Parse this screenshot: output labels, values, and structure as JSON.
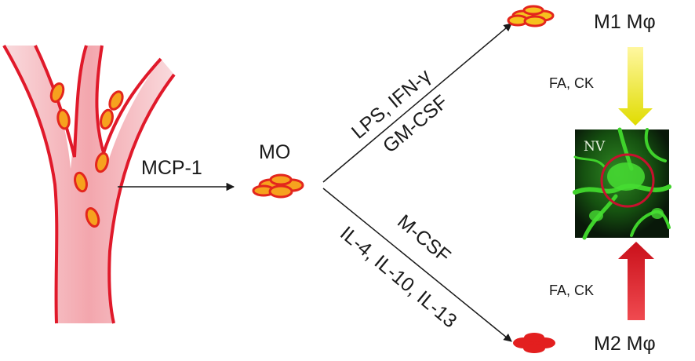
{
  "labels": {
    "mcp1": "MCP-1",
    "mo": "MO",
    "m1_stimuli_line1": "LPS, IFN-γ",
    "m1_stimuli_line2": "GM-CSF",
    "m2_stimuli_line1": "M-CSF",
    "m2_stimuli_line2": "IL-4, IL-10, IL-13",
    "m1": "M1 Mφ",
    "m2": "M2 Mφ",
    "fa_ck_top": "FA, CK",
    "fa_ck_bottom": "FA, CK",
    "nv": "NV"
  },
  "colors": {
    "vessel_wall": "#e0192a",
    "vessel_fill": "#f7c5c9",
    "cell_fill": "#f6a21e",
    "cell_outline": "#e3261d",
    "m1_cell": "#f6c21e",
    "m2_cell": "#e31f1f",
    "arrow_yellow": "#e9e400",
    "arrow_red": "#d5141c",
    "image_bg": "#0b1a08",
    "image_green": "#39d12a",
    "highlight_circle": "#c8102e"
  }
}
